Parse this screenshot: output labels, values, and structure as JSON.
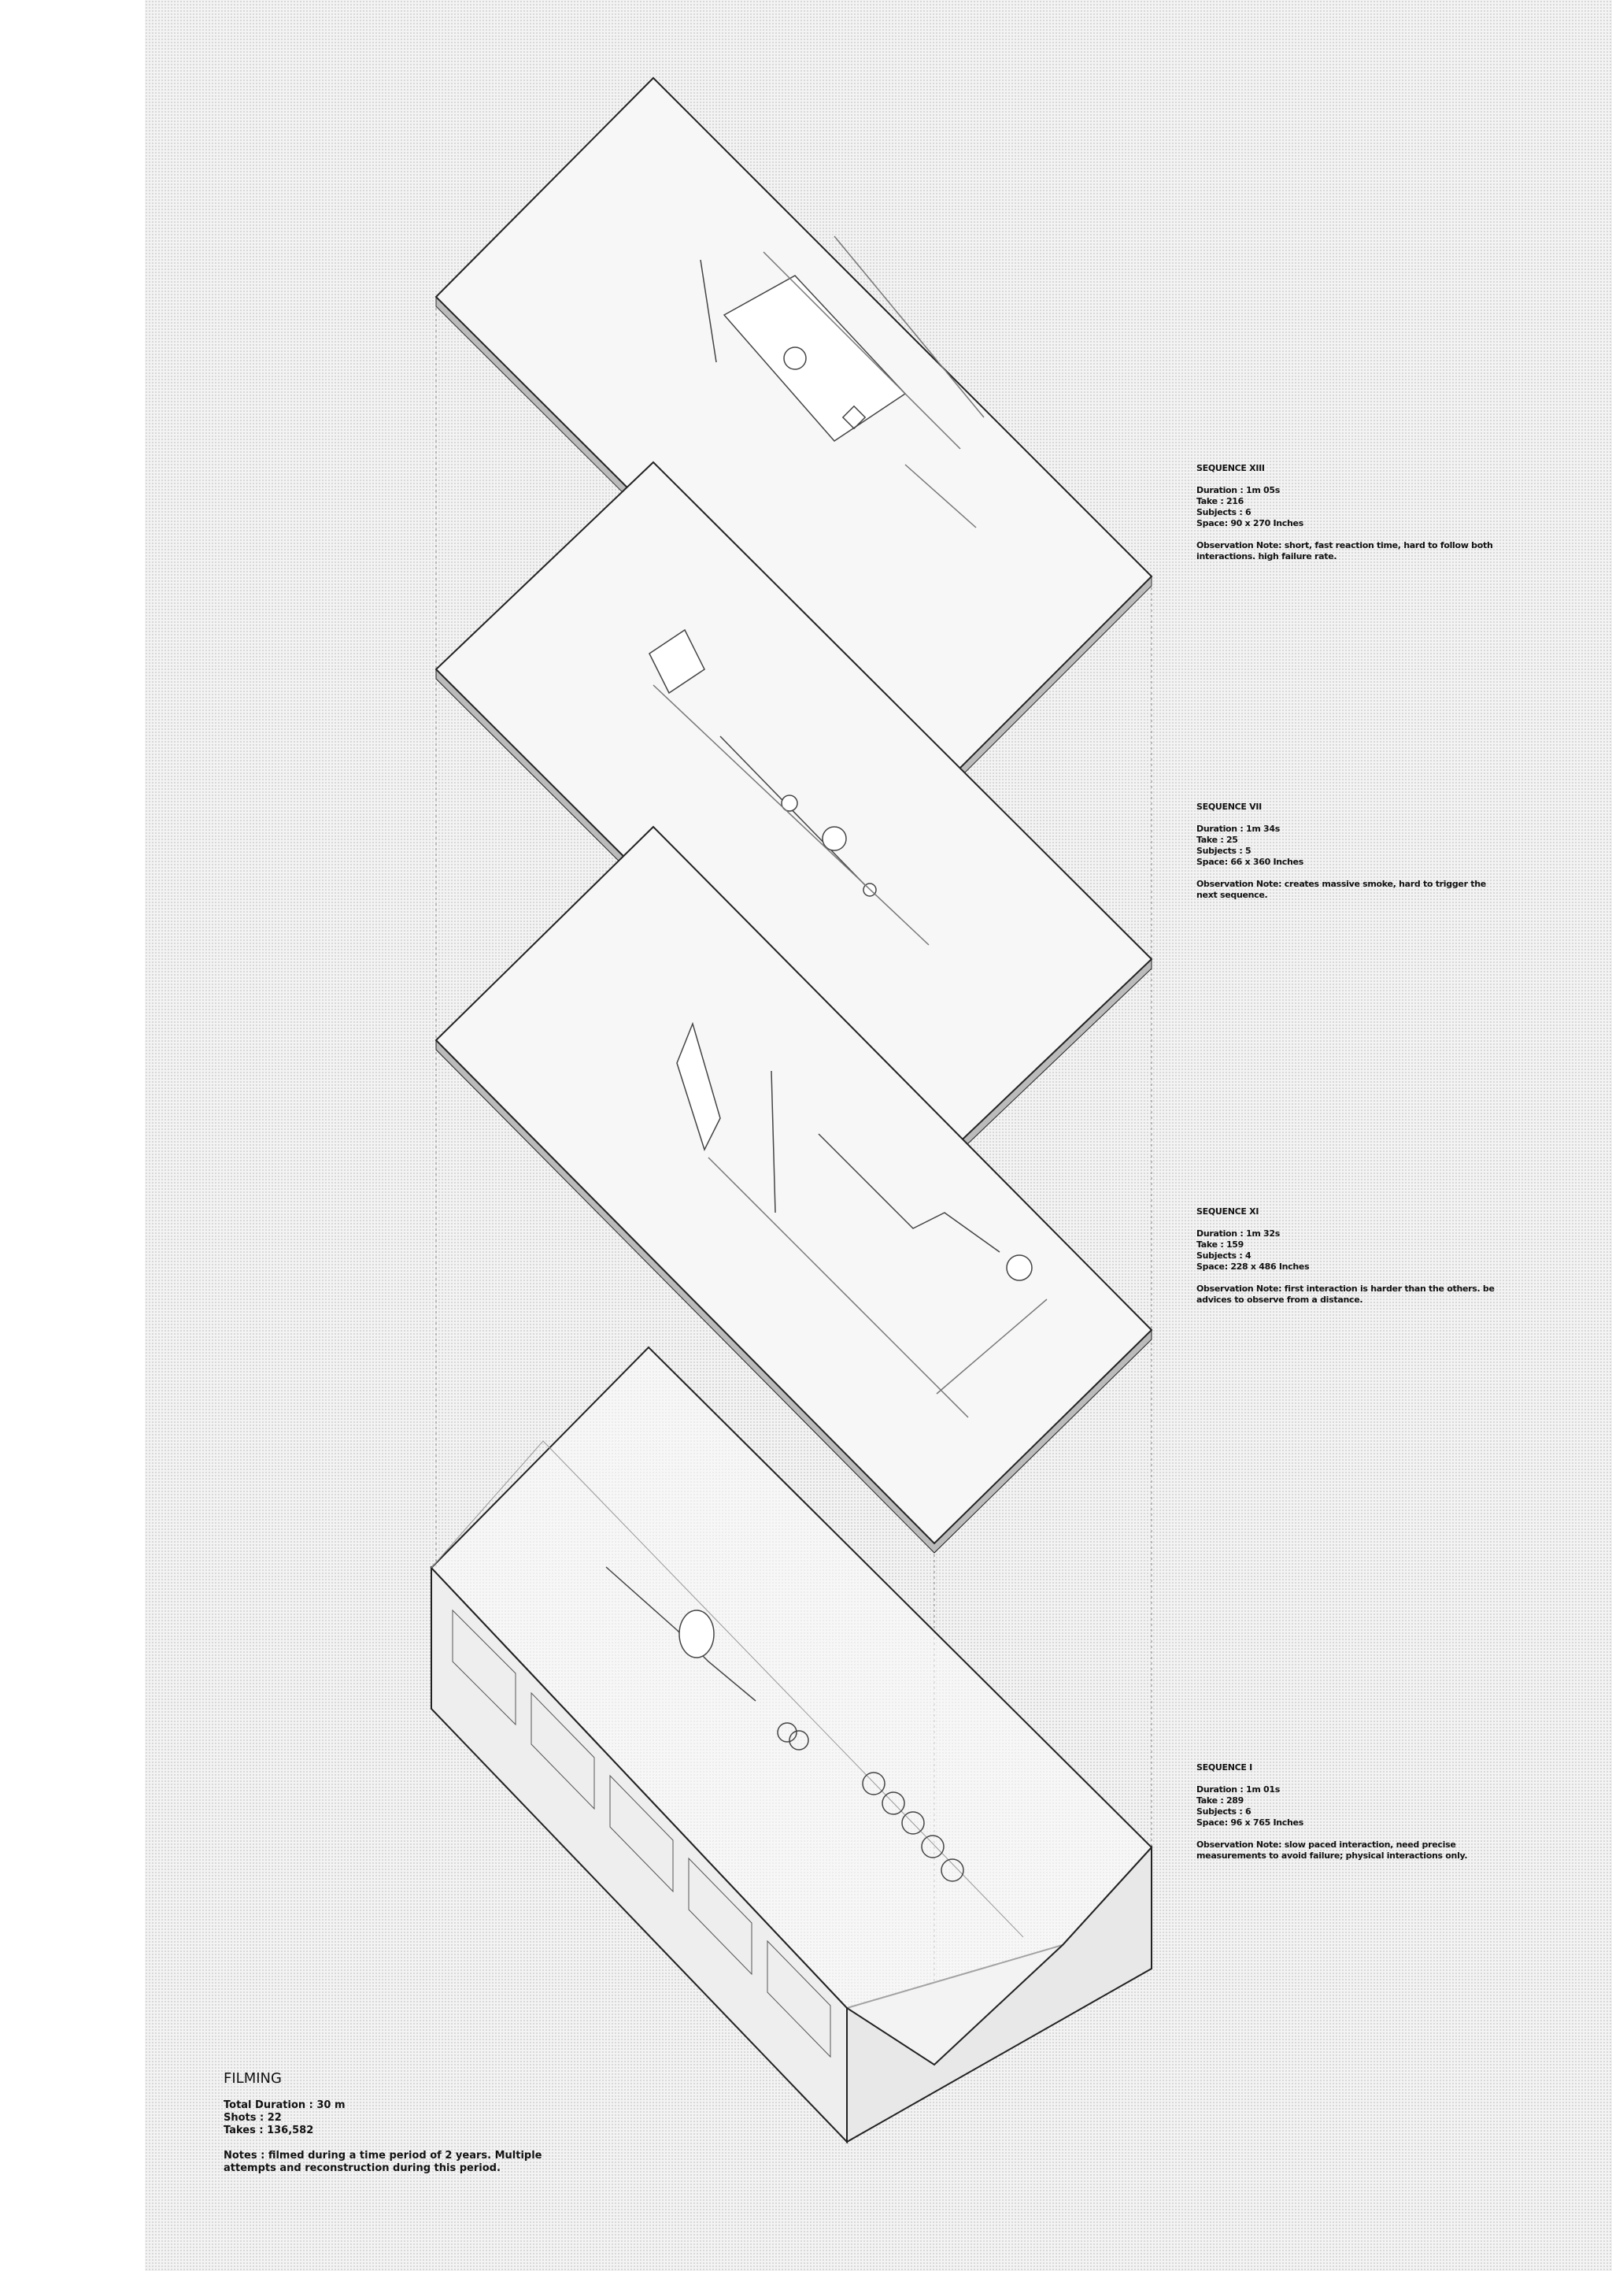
{
  "sequences": [
    {
      "title": "SEQUENCE XIII",
      "duration": "Duration : 1m 05s",
      "take": "Take : 216",
      "subjects": "Subjects : 6",
      "space": "Space: 90 x 270 Inches",
      "note": "Observation Note:  short, fast reaction time, hard to follow both interactions.  high failure rate."
    },
    {
      "title": "SEQUENCE VII",
      "duration": "Duration : 1m 34s",
      "take": "Take : 25",
      "subjects": "Subjects : 5",
      "space": "Space:  66 x 360 Inches",
      "note": "Observation Note: creates massive smoke, hard to trigger the next sequence."
    },
    {
      "title": "SEQUENCE XI",
      "duration": "Duration :  1m 32s",
      "take": "Take : 159",
      "subjects": "Subjects : 4",
      "space": "Space: 228 x 486 Inches",
      "note": "Observation Note: first interaction is harder than the others. be advices to observe from a distance."
    },
    {
      "title": "SEQUENCE I",
      "duration": "Duration : 1m 01s",
      "take": "Take : 289",
      "subjects": "Subjects : 6",
      "space": "Space:  96 x 765 Inches",
      "note": "Observation Note: slow paced interaction, need precise measurements to avoid failure; physical interactions only."
    }
  ],
  "filming": {
    "title": "FILMING",
    "total_duration": "Total Duration : 30 m",
    "shots": "Shots : 22",
    "takes": "Takes : 136,582",
    "notes": "Notes : filmed during a time period of 2 years. Multiple attempts and reconstruction during this period."
  }
}
